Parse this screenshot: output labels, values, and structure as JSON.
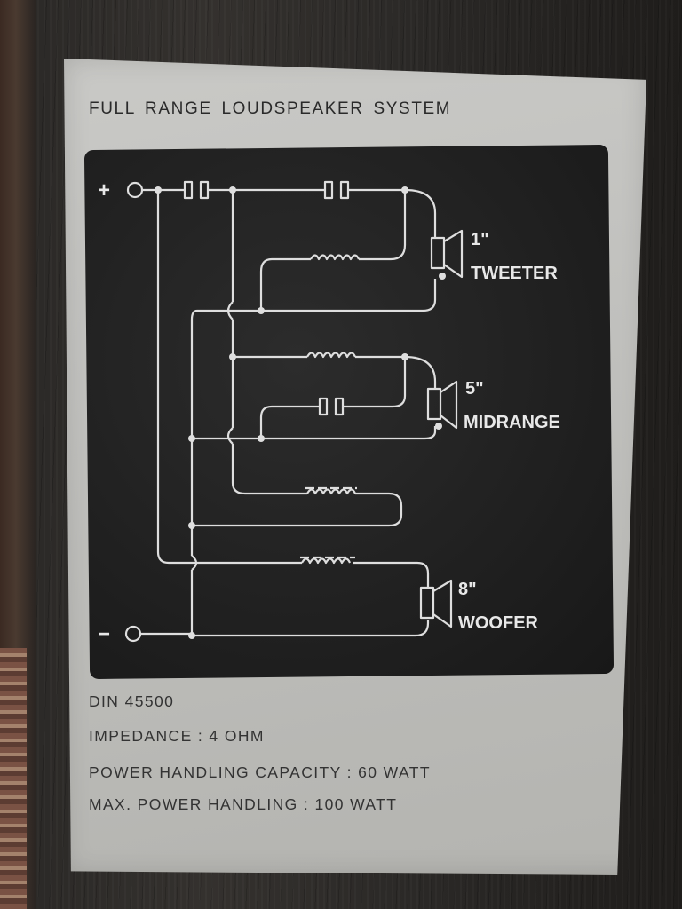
{
  "label": {
    "title": "FULL RANGE  LOUDSPEAKER  SYSTEM",
    "specs": [
      "DIN 45500",
      "IMPEDANCE : 4 OHM",
      "POWER  HANDLING  CAPACITY : 60 WATT",
      "MAX. POWER  HANDLING : 100 WATT"
    ]
  },
  "terminals": {
    "positive": "+",
    "negative": "−"
  },
  "drivers": [
    {
      "size": "1\"",
      "name": "TWEETER"
    },
    {
      "size": "5\"",
      "name": "MIDRANGE"
    },
    {
      "size": "8\"",
      "name": "WOOFER"
    }
  ],
  "colors": {
    "plate": "#c4c4c1",
    "panel": "#222222",
    "line": "#dedede",
    "text": "#2e2e2e"
  }
}
